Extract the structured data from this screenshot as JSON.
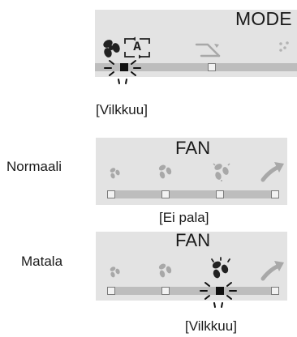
{
  "mode_panel": {
    "title": "MODE",
    "auto_icon_letter": "A",
    "icons": [
      "fan-icon",
      "auto-icon",
      "dry-icon",
      "heat-icon"
    ],
    "active_marker_index": 0,
    "state_label": "[Vilkkuu]"
  },
  "fan_normal": {
    "row_label": "Normaali",
    "title": "FAN",
    "icons": [
      "fan-low-icon",
      "fan-mid-icon",
      "fan-high-icon",
      "swing-arrow-icon"
    ],
    "active_marker_index": null,
    "state_label": "[Ei pala]"
  },
  "fan_low": {
    "row_label": "Matala",
    "title": "FAN",
    "icons": [
      "fan-low-icon",
      "fan-mid-icon",
      "fan-high-icon",
      "swing-arrow-icon"
    ],
    "active_marker_index": 2,
    "state_label": "[Vilkkuu]"
  },
  "colors": {
    "panel_bg": "#e3e3e3",
    "track": "#bdbdbd",
    "active_marker": "#111111",
    "icon_gray": "#a8a8a8",
    "icon_dark": "#222222"
  }
}
